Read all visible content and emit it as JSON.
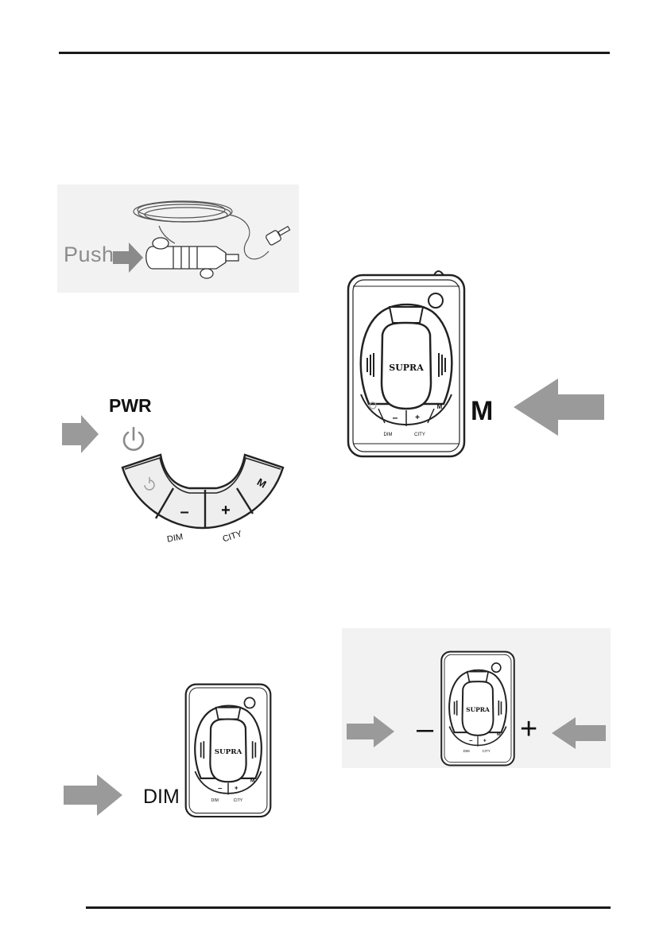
{
  "page": {
    "label_push": "Push",
    "label_pwr": "PWR",
    "label_m": "M",
    "label_dim": "DIM",
    "label_minus": "–",
    "label_plus": "+"
  },
  "device": {
    "brand": "SUPRA",
    "key_minus": "–",
    "key_plus": "+",
    "key_m": "M",
    "label_dim": "DIM",
    "label_city": "CITY"
  },
  "keypad": {
    "key_minus": "–",
    "key_plus": "+",
    "key_m": "M",
    "label_dim": "DIM",
    "label_city": "CITY"
  },
  "icons": {
    "arrow": "right-arrow-icon",
    "power": "power-icon",
    "adapter": "car-power-adapter-icon"
  },
  "colors": {
    "arrow_gray": "#9a9a9a",
    "panel_gray": "#f2f2f2",
    "power_icon": "#8a8a8a"
  }
}
